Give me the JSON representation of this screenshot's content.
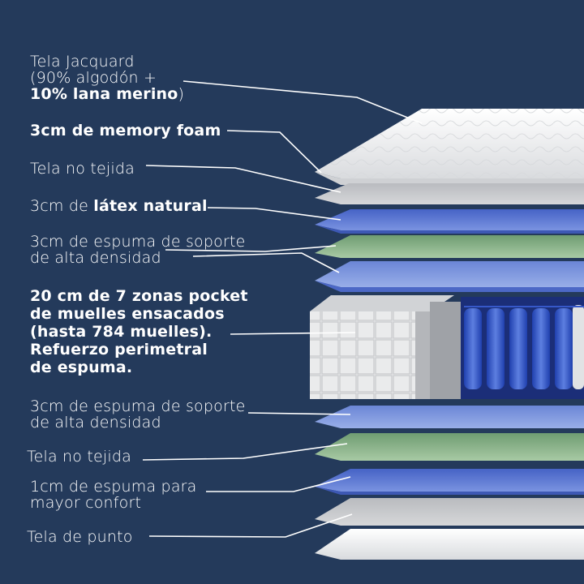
{
  "labels": {
    "jacquard": {
      "line1": "Tela Jacquard",
      "line2": "(90% algodón +",
      "line3_bold": "10% lana merino",
      "line3_tail": ")"
    },
    "memory_foam": "3cm de memory foam",
    "no_tejida_top": "Tela no tejida",
    "latex": {
      "prefix": "3cm de ",
      "bold": "látex natural"
    },
    "espuma_top": {
      "line1": "3cm de espuma de soporte",
      "line2": "de alta densidad"
    },
    "pocket": {
      "line1": "20 cm de 7 zonas pocket",
      "line2": "de muelles ensacados",
      "line3": "(hasta 784 muelles).",
      "line4": "Refuerzo perimetral",
      "line5": "de espuma."
    },
    "espuma_bottom": {
      "line1": "3cm de espuma de soporte",
      "line2": "de alta densidad"
    },
    "no_tejida_bottom": "Tela no tejida",
    "confort": {
      "line1": "1cm de espuma para",
      "line2": "mayor confort"
    },
    "punto": "Tela de punto"
  },
  "colors": {
    "background": "#243a5b",
    "white_layer": "#f2f3f4",
    "gray_layer": "#c9cbce",
    "blue_layer": "#5b77cf",
    "green_layer": "#86ae86",
    "spring_blue": "#2d4fc0"
  }
}
